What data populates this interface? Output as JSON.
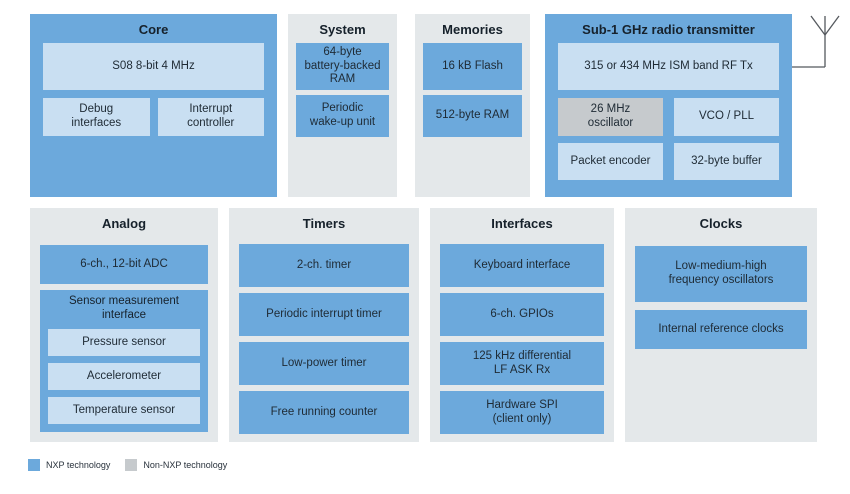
{
  "colors": {
    "nxp_blue": "#6CA9DC",
    "nxp_light_blue": "#C9DFF2",
    "non_nxp_gray": "#C6CACD",
    "panel_gray": "#E4E8EA",
    "text_dark": "#1E2A34",
    "antenna_line": "#55595E"
  },
  "panels": {
    "core": {
      "title": "Core",
      "cpu": "S08 8-bit 4 MHz",
      "debug": "Debug\ninterfaces",
      "interrupt": "Interrupt\ncontroller"
    },
    "system": {
      "title": "System",
      "blocks": [
        "64-byte\nbattery-backed\nRAM",
        "Periodic\nwake-up unit"
      ]
    },
    "memories": {
      "title": "Memories",
      "blocks": [
        "16 kB Flash",
        "512-byte RAM"
      ]
    },
    "radio": {
      "title": "Sub-1 GHz radio transmitter",
      "rf_tx": "315 or 434 MHz ISM band RF Tx",
      "oscillator": "26 MHz\noscillator",
      "vco": "VCO / PLL",
      "packet_encoder": "Packet encoder",
      "buffer": "32-byte buffer"
    },
    "analog": {
      "title": "Analog",
      "adc": "6-ch., 12-bit ADC",
      "sensor_interface": "Sensor measurement\ninterface",
      "sensors": [
        "Pressure sensor",
        "Accelerometer",
        "Temperature sensor"
      ]
    },
    "timers": {
      "title": "Timers",
      "blocks": [
        "2-ch. timer",
        "Periodic interrupt timer",
        "Low-power timer",
        "Free running counter"
      ]
    },
    "interfaces": {
      "title": "Interfaces",
      "blocks": [
        "Keyboard interface",
        "6-ch. GPIOs",
        "125 kHz differential\nLF ASK Rx",
        "Hardware SPI\n(client only)"
      ]
    },
    "clocks": {
      "title": "Clocks",
      "blocks": [
        "Low-medium-high\nfrequency oscillators",
        "Internal reference clocks"
      ]
    }
  },
  "legend": {
    "items": [
      {
        "label": "NXP technology",
        "color": "#6CA9DC"
      },
      {
        "label": "Non-NXP technology",
        "color": "#C6CACD"
      }
    ]
  }
}
